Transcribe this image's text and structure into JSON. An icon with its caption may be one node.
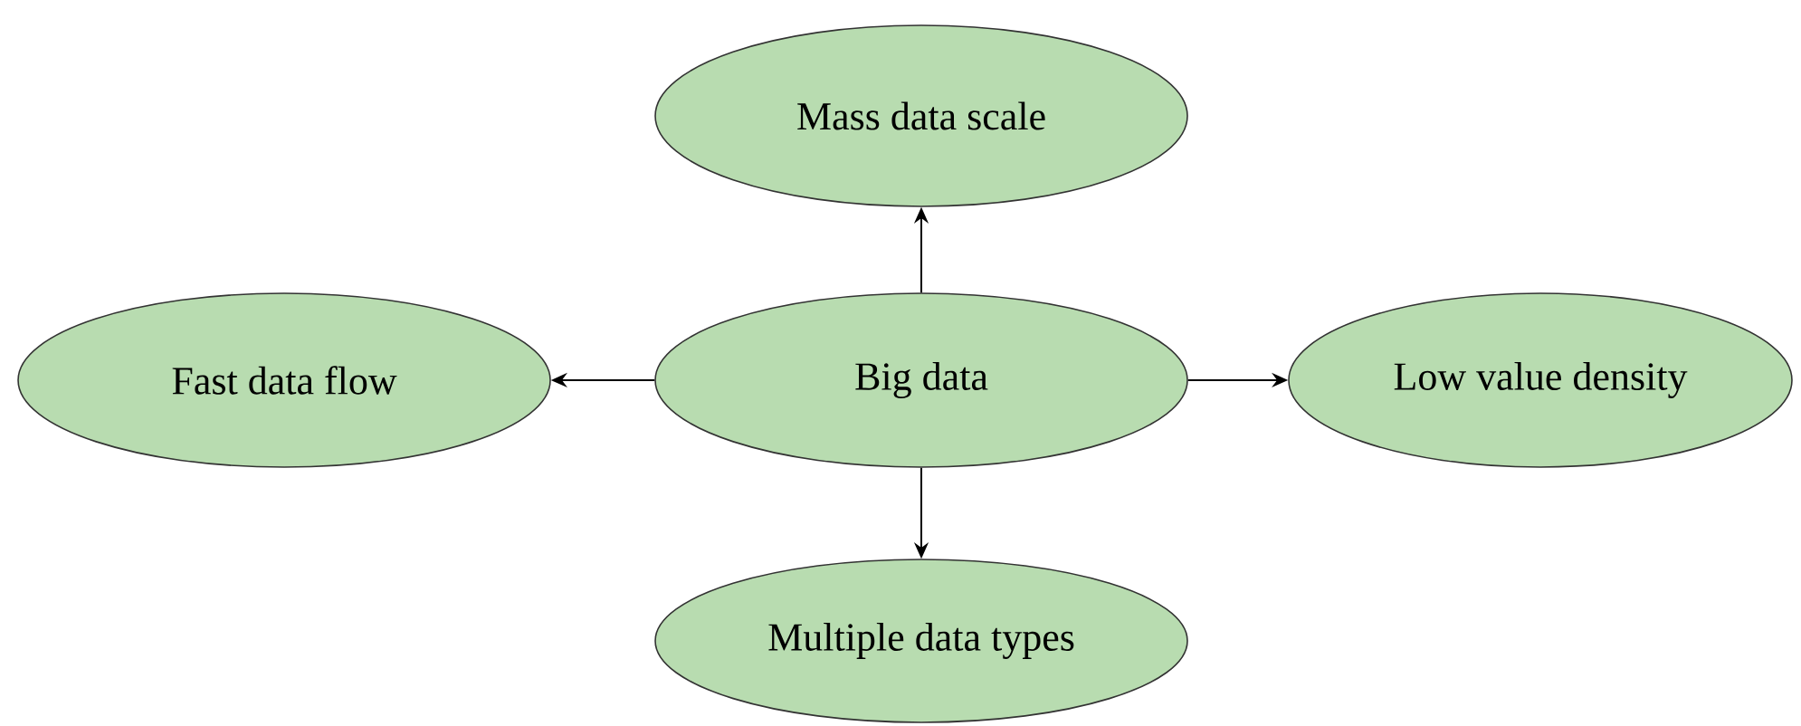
{
  "diagram": {
    "nodes": [
      {
        "text": [
          "Mass data scale"
        ]
      },
      {
        "text": [
          "Fast data flow"
        ]
      },
      {
        "text": [
          "Big data"
        ]
      },
      {
        "text": [
          "Low value density"
        ]
      },
      {
        "text": [
          "Multiple data types"
        ]
      }
    ],
    "edges": [
      {
        "from": 2,
        "to": 0,
        "arrow": "to"
      },
      {
        "from": 2,
        "to": 1,
        "arrow": "to"
      },
      {
        "from": 2,
        "to": 3,
        "arrow": "to"
      },
      {
        "from": 2,
        "to": 4,
        "arrow": "to"
      }
    ]
  }
}
